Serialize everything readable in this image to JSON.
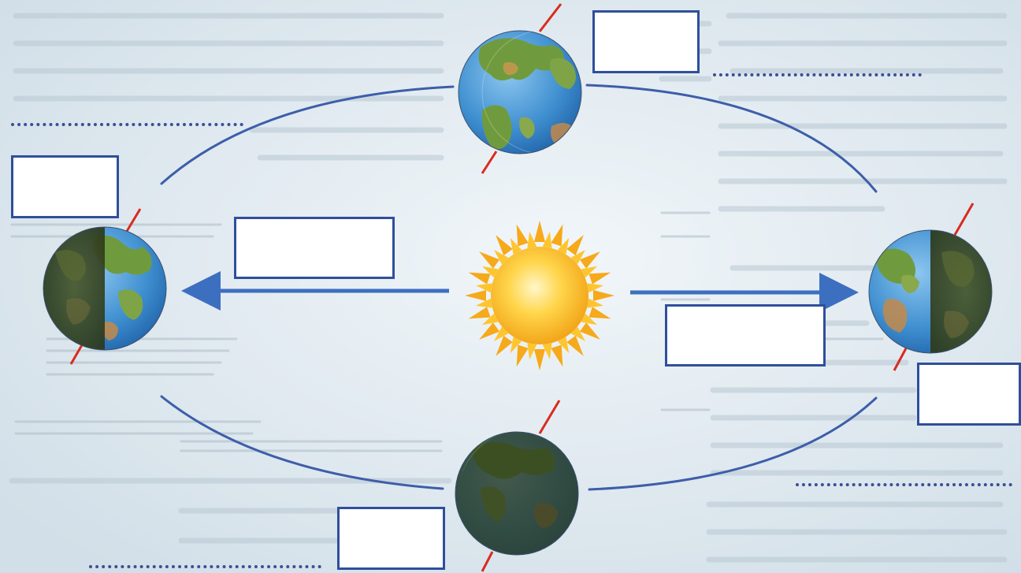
{
  "diagram": {
    "type": "earth-orbit-seasons-worksheet",
    "center_object": "sun",
    "orbiting_object": "earth",
    "earth_positions": [
      "top",
      "left",
      "right",
      "bottom"
    ],
    "orbit_color": "#3d5ea9",
    "axis_color": "#d92b1f",
    "box_border_color": "#2f4f9c",
    "dotted_line_color": "#3b4f96",
    "sun_color": "#f7b21a",
    "ocean_color": "#3e8ccc",
    "land_color": "#6f9b3e"
  },
  "answer_boxes": [
    {
      "id": "top",
      "text": ""
    },
    {
      "id": "left",
      "text": ""
    },
    {
      "id": "center-left",
      "text": ""
    },
    {
      "id": "center-right",
      "text": ""
    },
    {
      "id": "right",
      "text": ""
    },
    {
      "id": "bottom",
      "text": ""
    }
  ],
  "answer_lines": [
    {
      "id": "top-right",
      "text": ""
    },
    {
      "id": "left",
      "text": ""
    },
    {
      "id": "bottom-left",
      "text": ""
    },
    {
      "id": "right",
      "text": ""
    }
  ]
}
